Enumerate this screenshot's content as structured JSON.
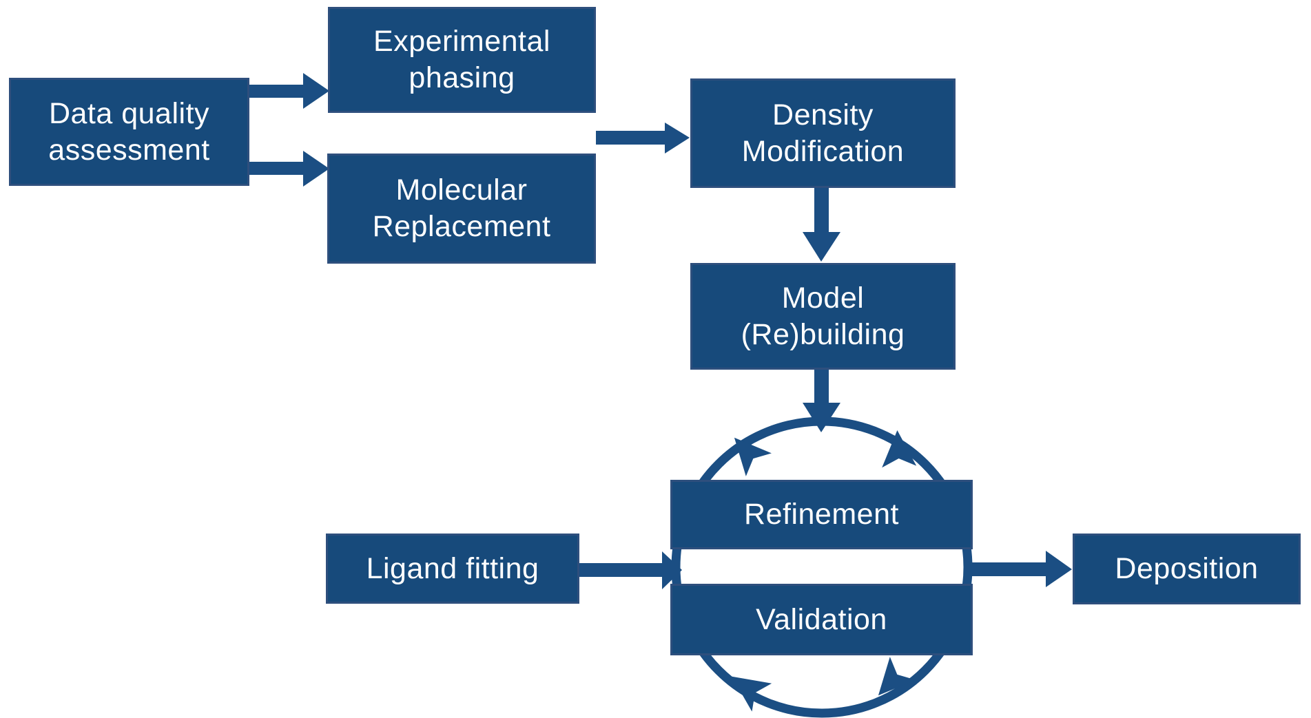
{
  "diagram": {
    "nodes": {
      "data_quality": {
        "line1": "Data quality",
        "line2": "assessment"
      },
      "experimental_phasing": {
        "line1": "Experimental",
        "line2": "phasing"
      },
      "molecular_replacement": {
        "line1": "Molecular",
        "line2": "Replacement"
      },
      "density_modification": {
        "line1": "Density",
        "line2": "Modification"
      },
      "model_rebuilding": {
        "line1": "Model",
        "line2": "(Re)building"
      },
      "refinement": {
        "line1": "Refinement"
      },
      "validation": {
        "line1": "Validation"
      },
      "ligand_fitting": {
        "line1": "Ligand fitting"
      },
      "deposition": {
        "line1": "Deposition"
      }
    },
    "edges": [
      {
        "from": "Data quality assessment",
        "to": "Experimental phasing"
      },
      {
        "from": "Data quality assessment",
        "to": "Molecular Replacement"
      },
      {
        "from": "Experimental phasing / Molecular Replacement",
        "to": "Density Modification"
      },
      {
        "from": "Density Modification",
        "to": "Model (Re)building"
      },
      {
        "from": "Model (Re)building",
        "to": "Refinement-Validation cycle"
      },
      {
        "from": "Ligand fitting",
        "to": "Refinement-Validation cycle"
      },
      {
        "from": "Refinement-Validation cycle",
        "to": "Deposition"
      }
    ],
    "cycle": {
      "members": [
        "Refinement",
        "Validation"
      ],
      "style": "circular arrows"
    },
    "colors": {
      "box_fill": "#174A7B",
      "box_border": "#2E4F7D",
      "arrow": "#1B4E83",
      "text_color": "#FFFFFF",
      "bg": "#FFFFFF"
    }
  }
}
